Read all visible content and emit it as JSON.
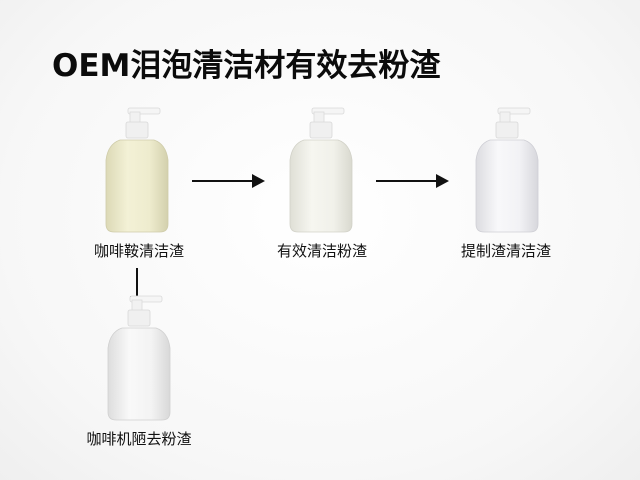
{
  "title": "OEM泪泡清洁材有效去粉渣",
  "steps": [
    {
      "label": "咖啡鞍清洁渣",
      "tint": "#efedcf"
    },
    {
      "label": "有效清洁粉渣",
      "tint": "#f1f1ea"
    },
    {
      "label": "提制渣清洁渣",
      "tint": "#f2f2f4"
    },
    {
      "label": "咖啡机陋去粉渣",
      "tint": "#f4f4f4"
    }
  ],
  "colors": {
    "arrow": "#111111",
    "pump": "#f7f7f7"
  }
}
